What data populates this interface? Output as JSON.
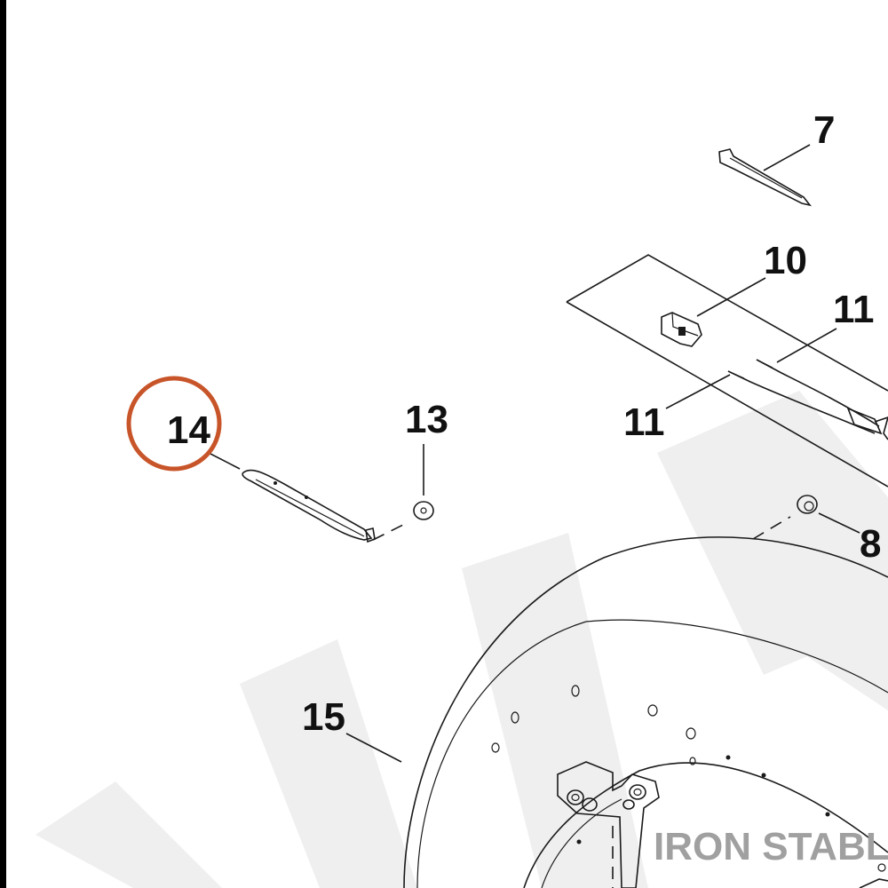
{
  "callouts": {
    "c7": "7",
    "c10": "10",
    "c11a": "11",
    "c11b": "11",
    "c13": "13",
    "c14": "14",
    "c8": "8",
    "c15": "15"
  },
  "brand": "IRON STABLE",
  "colors": {
    "highlight": "#c8552a",
    "line": "#1a1a1a",
    "watermark": "#ececec",
    "brand": "#a0a0a0"
  }
}
